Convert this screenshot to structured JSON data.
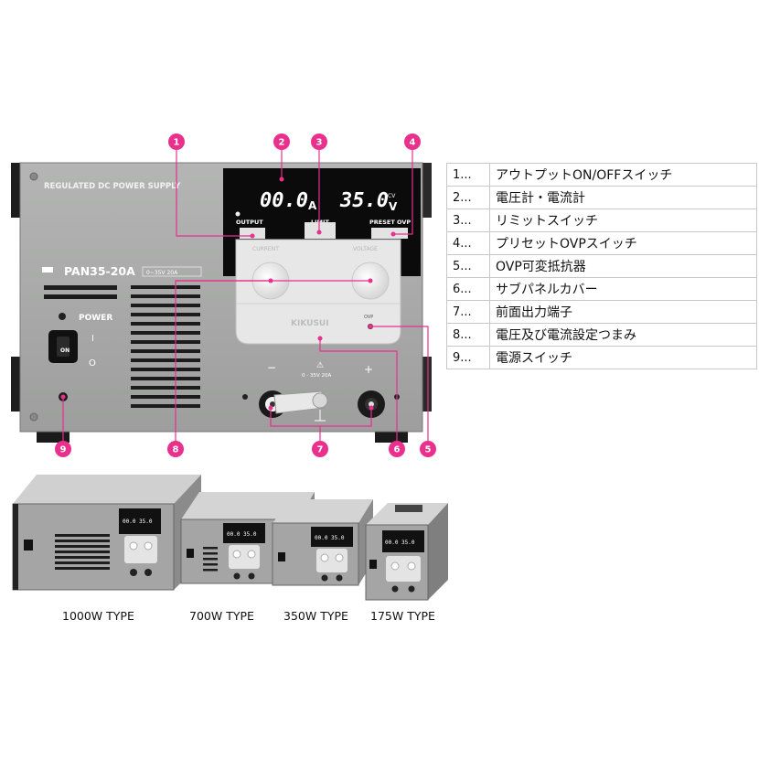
{
  "panel": {
    "title": "REGULATED DC POWER SUPPLY",
    "model": "PAN35-20A",
    "rating": "0~35V 20A",
    "power_label": "POWER",
    "power_on": "I",
    "power_off": "O",
    "switch_text": "ON",
    "ammeter_value": "00.0",
    "ammeter_unit": "A",
    "voltmeter_value": "35.0",
    "voltmeter_unit": "V",
    "cv_label": "CV",
    "output_label": "OUTPUT",
    "limit_label": "LIMIT",
    "preset_label": "PRESET OVP",
    "current_label": "CURRENT",
    "voltage_label": "VOLTAGE",
    "brand": "KIKUSUI",
    "ovp_label": "OVP",
    "terminal_minus": "−",
    "terminal_plus": "+",
    "terminal_rating": "0 - 35V   20A"
  },
  "callouts": [
    "1",
    "2",
    "3",
    "4",
    "5",
    "6",
    "7",
    "8",
    "9"
  ],
  "legend": [
    {
      "num": "1...",
      "text": "アウトプットON/OFFスイッチ"
    },
    {
      "num": "2...",
      "text": "電圧計・電流計"
    },
    {
      "num": "3...",
      "text": "リミットスイッチ"
    },
    {
      "num": "4...",
      "text": "プリセットOVPスイッチ"
    },
    {
      "num": "5...",
      "text": "OVP可変抵抗器"
    },
    {
      "num": "6...",
      "text": "サブパネルカバー"
    },
    {
      "num": "7...",
      "text": "前面出力端子"
    },
    {
      "num": "8...",
      "text": "電圧及び電流設定つまみ"
    },
    {
      "num": "9...",
      "text": "電源スイッチ"
    }
  ],
  "types": [
    "1000W TYPE",
    "700W TYPE",
    "350W TYPE",
    "175W TYPE"
  ],
  "colors": {
    "callout": "#e8308c",
    "panel": "#a9aaa9",
    "display_bg": "#0b0b0b",
    "subpanel": "#e6e6e6"
  }
}
